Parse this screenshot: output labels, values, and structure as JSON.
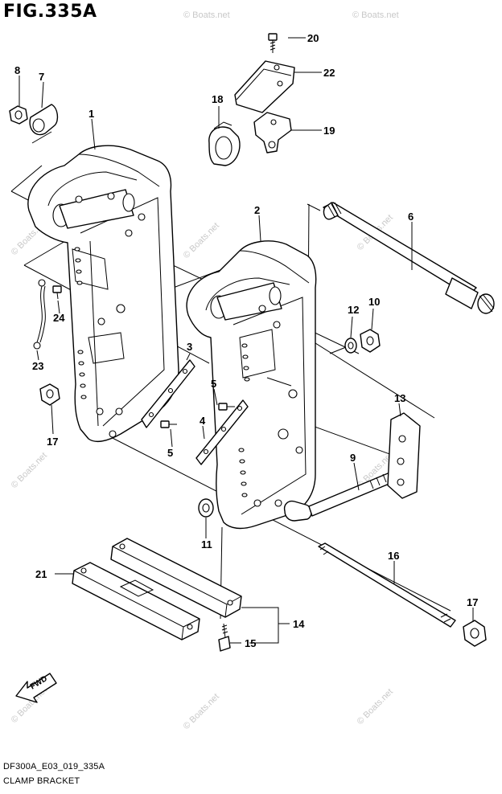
{
  "figure": {
    "title": "FIG.335A",
    "code": "DF300A_E03_019_335A",
    "name": "CLAMP BRACKET"
  },
  "watermark_text": "© Boats.net",
  "fwd_label": "FWD",
  "callouts": {
    "p1": "1",
    "p2": "2",
    "p3": "3",
    "p4": "4",
    "p5a": "5",
    "p5b": "5",
    "p6": "6",
    "p7": "7",
    "p8": "8",
    "p9": "9",
    "p10": "10",
    "p11": "11",
    "p12": "12",
    "p13": "13",
    "p14": "14",
    "p15": "15",
    "p16": "16",
    "p17a": "17",
    "p17b": "17",
    "p18": "18",
    "p19": "19",
    "p20": "20",
    "p21": "21",
    "p22": "22",
    "p23": "23",
    "p24": "24"
  }
}
